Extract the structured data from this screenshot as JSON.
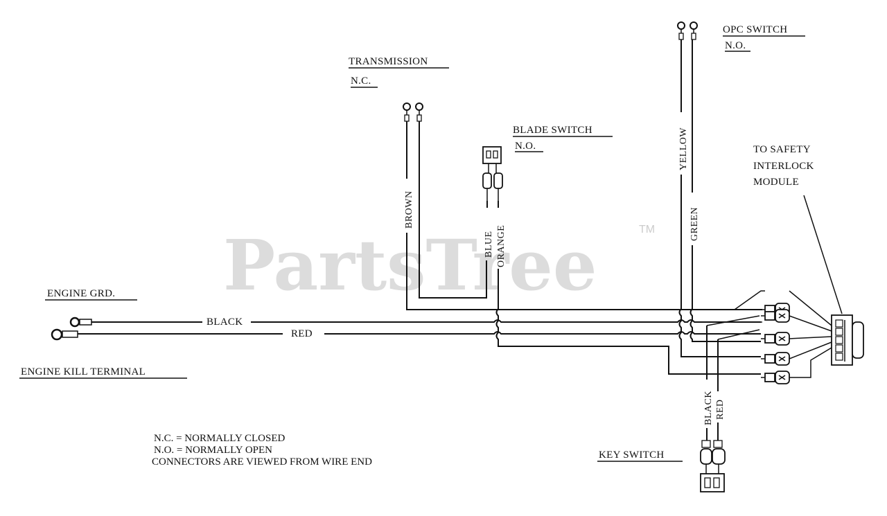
{
  "watermark": {
    "text": "PartsTree",
    "tm": "TM"
  },
  "labels": {
    "transmission": "TRANSMISSION",
    "transmission_state": "N.C.",
    "blade_switch": "BLADE SWITCH",
    "blade_switch_state": "N.O.",
    "opc_switch": "OPC SWITCH",
    "opc_switch_state": "N.O.",
    "safety_line1": "TO SAFETY",
    "safety_line2": "INTERLOCK",
    "safety_line3": "MODULE",
    "engine_grd": "ENGINE GRD.",
    "engine_kill": "ENGINE KILL TERMINAL",
    "key_switch": "KEY SWITCH"
  },
  "wires": {
    "black": "BLACK",
    "red": "RED",
    "brown": "BROWN",
    "blue": "BLUE",
    "orange": "ORANGE",
    "yellow": "YELLOW",
    "green": "GREEN",
    "key_black": "BLACK",
    "key_red": "RED"
  },
  "notes": {
    "nc": "N.C. = NORMALLY CLOSED",
    "no": "N.O. = NORMALLY OPEN",
    "view": "CONNECTORS ARE VIEWED FROM WIRE END"
  }
}
